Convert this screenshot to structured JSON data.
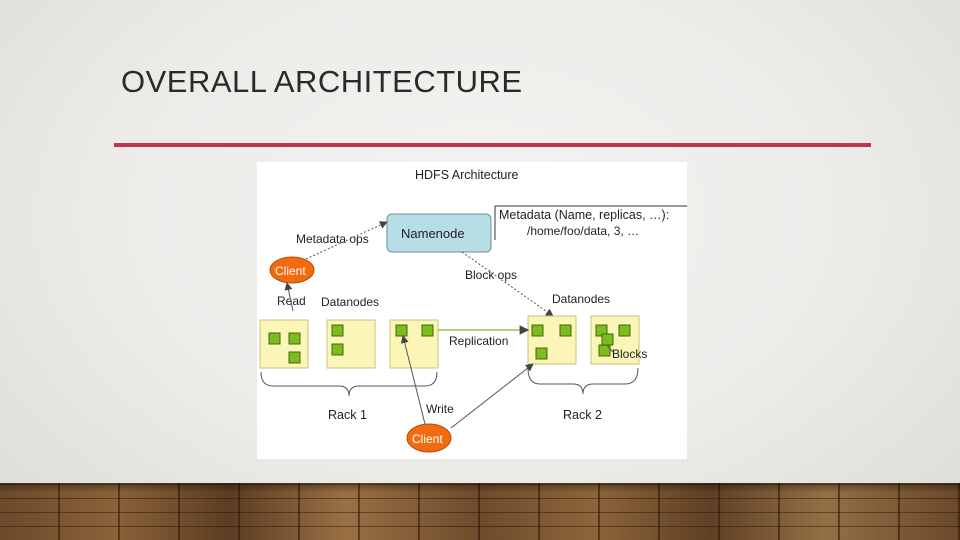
{
  "slide": {
    "title": "OVERALL ARCHITECTURE"
  },
  "colors": {
    "accent_rule": "#c0364f",
    "namenode_fill": "#b7dde6",
    "client_fill": "#f26b10",
    "rack_fill": "#fbf6b8",
    "block_fill": "#7dbb1e"
  },
  "diagram": {
    "title": "HDFS Architecture",
    "namenode": "Namenode",
    "metadata_line1": "Metadata (Name, replicas, …):",
    "metadata_line2": "/home/foo/data, 3, …",
    "metadata_ops": "Metadata ops",
    "client_top": "Client",
    "client_bottom": "Client",
    "read": "Read",
    "block_ops": "Block ops",
    "datanodes_left": "Datanodes",
    "datanodes_right": "Datanodes",
    "replication": "Replication",
    "blocks": "Blocks",
    "write": "Write",
    "rack1": "Rack 1",
    "rack2": "Rack 2"
  }
}
